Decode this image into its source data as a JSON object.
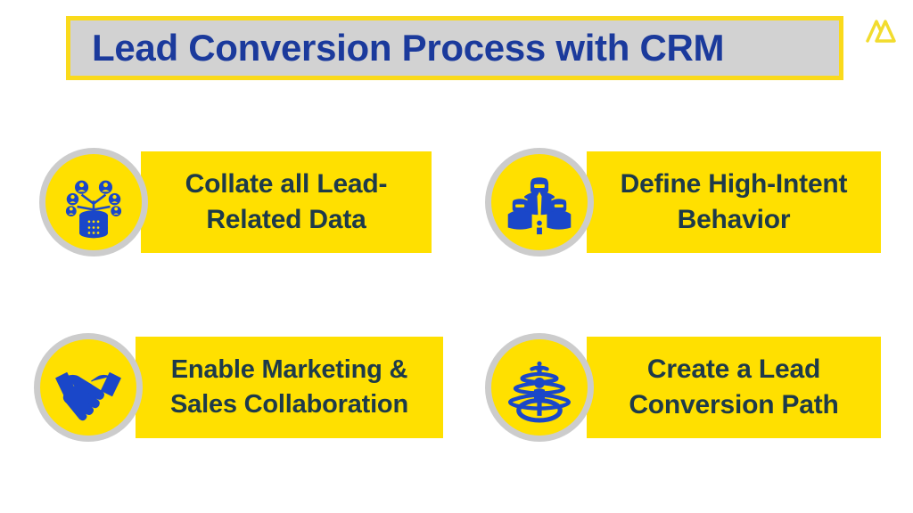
{
  "slide": {
    "title": "Lead Conversion Process with CRM",
    "background_color": "#ffffff",
    "title_banner": {
      "background_color": "#d2d2d2",
      "border_color": "#fada1b",
      "text_color": "#1b3a9c"
    },
    "logo": {
      "name": "mountain-logo",
      "color": "#f2dc2e"
    }
  },
  "steps": [
    {
      "label": "Collate all Lead-Related Data",
      "icon": "data-collection-icon",
      "icon_color": "#1a47c9",
      "badge_color": "#ffe000",
      "badge_ring_color": "#cccccc",
      "box_color": "#ffe000",
      "text_color": "#1d3a4a"
    },
    {
      "label": "Define High-Intent Behavior",
      "icon": "team-group-icon",
      "icon_color": "#1a47c9",
      "badge_color": "#ffe000",
      "badge_ring_color": "#cccccc",
      "box_color": "#ffe000",
      "text_color": "#1d3a4a"
    },
    {
      "label": "Enable Marketing & Sales Collaboration",
      "icon": "handshake-icon",
      "icon_color": "#1a47c9",
      "badge_color": "#ffe000",
      "badge_ring_color": "#cccccc",
      "box_color": "#ffe000",
      "text_color": "#1d3a4a"
    },
    {
      "label": "Create a Lead Conversion Path",
      "icon": "conversion-path-icon",
      "icon_color": "#1a47c9",
      "badge_color": "#ffe000",
      "badge_ring_color": "#cccccc",
      "box_color": "#ffe000",
      "text_color": "#1d3a4a"
    }
  ]
}
